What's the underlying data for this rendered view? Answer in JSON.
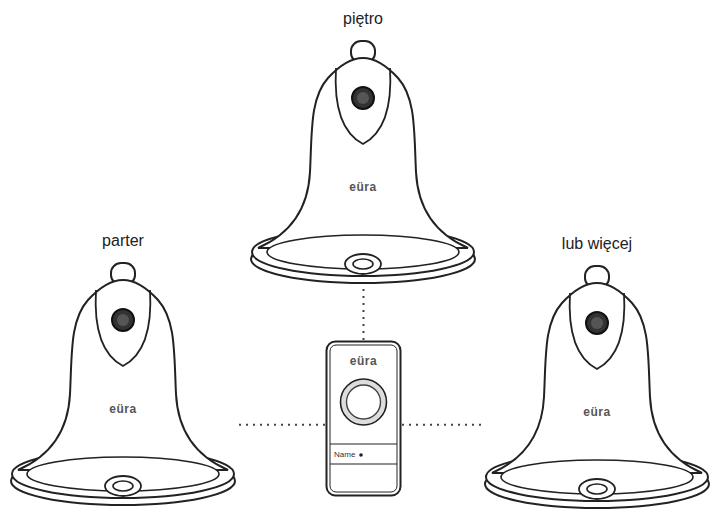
{
  "diagram": {
    "nodes": [
      {
        "text": [
          "piętro",
          "eüra"
        ]
      },
      {
        "text": [
          "parter",
          "eüra"
        ]
      },
      {
        "text": [
          "eüra",
          "Name"
        ]
      },
      {
        "text": [
          "lub więcej",
          "eüra"
        ]
      }
    ],
    "edges": [
      {
        "from": 2,
        "to": 0,
        "arrow": "none"
      },
      {
        "from": 2,
        "to": 1,
        "arrow": "none"
      },
      {
        "from": 2,
        "to": 3,
        "arrow": "none"
      }
    ]
  }
}
